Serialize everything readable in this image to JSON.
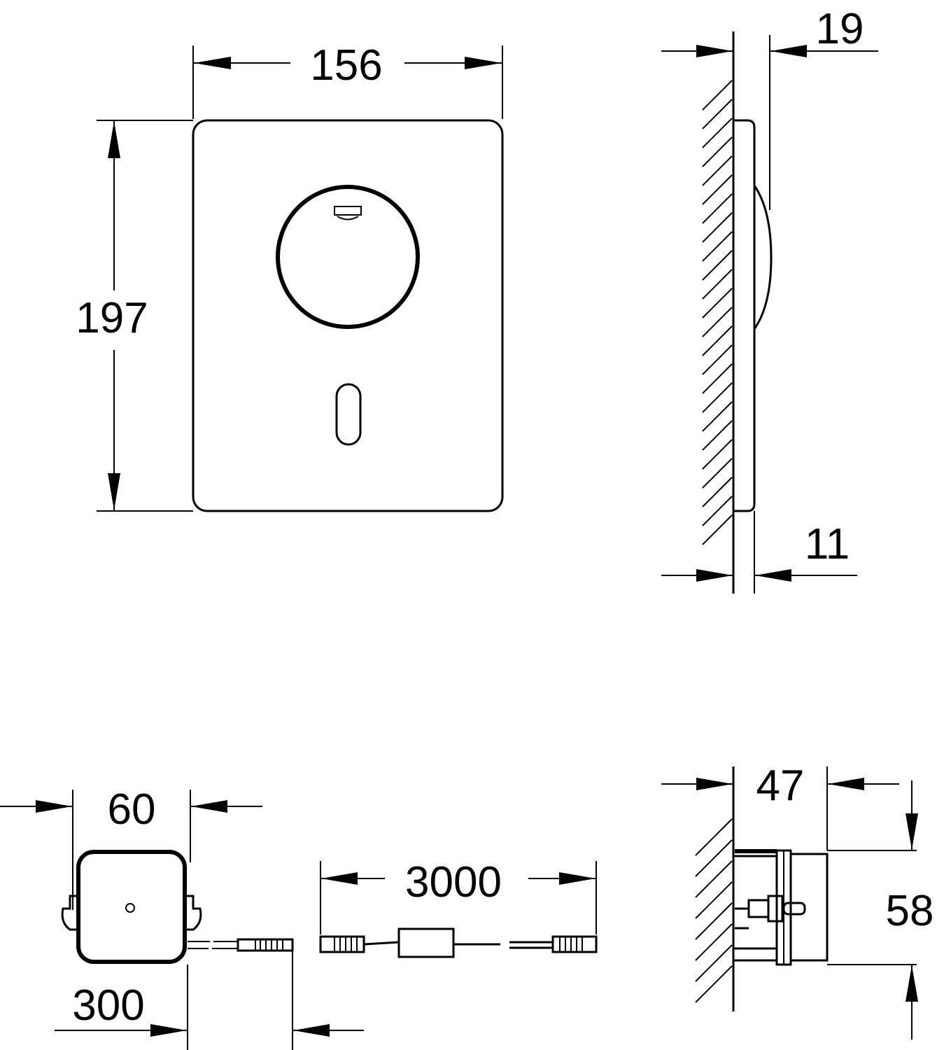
{
  "dimensions": {
    "plate_width": "156",
    "plate_height": "197",
    "side_depth_total": "19",
    "side_depth_plate": "11",
    "box_width": "60",
    "cable_length": "3000",
    "box_cable_length": "300",
    "box_depth": "47",
    "box_height": "58"
  },
  "colors": {
    "line": "#000000",
    "background": "#ffffff"
  }
}
